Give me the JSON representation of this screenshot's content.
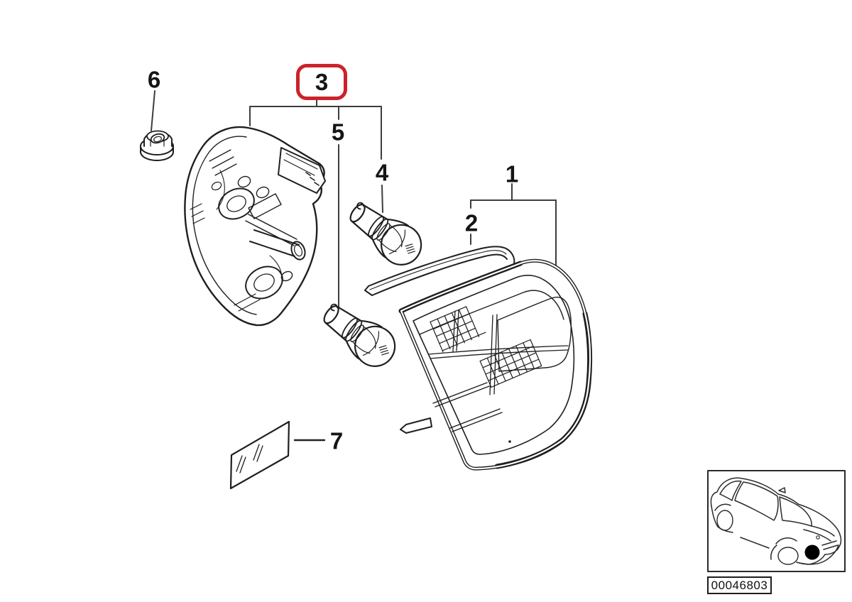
{
  "diagram": {
    "callouts": {
      "n1": {
        "label": "1"
      },
      "n2": {
        "label": "2"
      },
      "n3": {
        "label": "3",
        "highlighted": true
      },
      "n4": {
        "label": "4"
      },
      "n5": {
        "label": "5"
      },
      "n6": {
        "label": "6"
      },
      "n7": {
        "label": "7"
      }
    },
    "highlight_color": "#cc2229",
    "line_color": "#1f1f1f",
    "thumbnail": {
      "image_number": "00046803"
    }
  }
}
